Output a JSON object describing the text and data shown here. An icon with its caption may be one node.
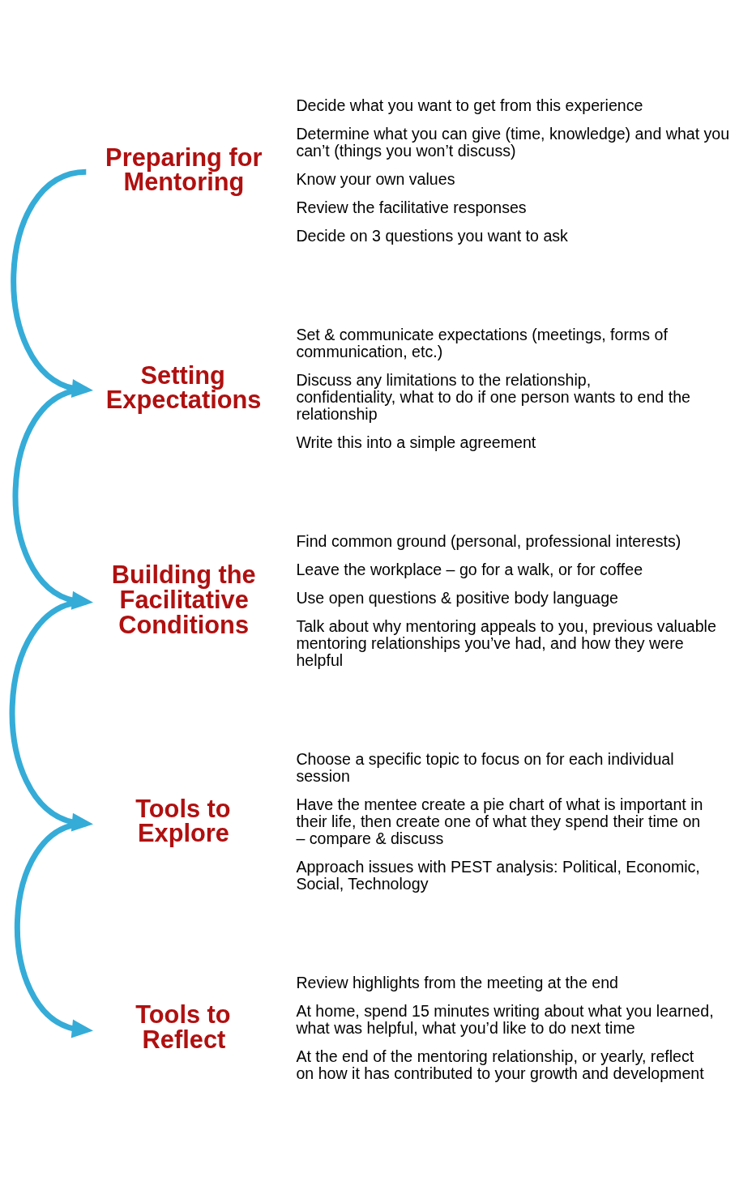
{
  "diagram": {
    "nodes": [
      {
        "text": [
          "Preparing for Mentoring"
        ],
        "beside": [
          "Decide what you want to get from this experience",
          "Determine what you can give (time, knowledge) and what you can’t (things you won’t discuss)",
          "Know your own values",
          "Review the facilitative responses",
          "Decide on 3 questions you want to ask"
        ]
      },
      {
        "text": [
          "Setting Expectations"
        ],
        "beside": [
          "Set & communicate expectations (meetings, forms of communication, etc.)",
          "Discuss any limitations to the relationship, confidentiality, what to do if one person wants to end the relationship",
          "Write this into a simple agreement"
        ]
      },
      {
        "text": [
          "Building the Facilitative Conditions"
        ],
        "beside": [
          "Find common ground (personal, professional interests)",
          "Leave the workplace – go for a walk, or for coffee",
          "Use open questions & positive body language",
          "Talk about why mentoring appeals to you, previous valuable mentoring relationships you’ve had, and how they were helpful"
        ]
      },
      {
        "text": [
          "Tools to Explore"
        ],
        "beside": [
          "Choose a specific topic to focus on for each individual session",
          "Have the mentee create a pie chart of what is important in their life, then create one of what they spend their time on – compare & discuss",
          "Approach issues with PEST analysis: Political, Economic, Social, Technology"
        ]
      },
      {
        "text": [
          "Tools to Reflect"
        ],
        "beside": [
          "Review highlights from the meeting at the end",
          "At home, spend 15 minutes writing about what you learned, what was helpful, what you’d like to do next time",
          "At the end of the mentoring relationship, or yearly, reflect on how it has contributed to your growth and development"
        ]
      }
    ],
    "edges": [
      {
        "from": 0,
        "to": 1,
        "arrow": "to"
      },
      {
        "from": 1,
        "to": 2,
        "arrow": "to"
      },
      {
        "from": 2,
        "to": 3,
        "arrow": "to"
      },
      {
        "from": 3,
        "to": 4,
        "arrow": "to"
      }
    ]
  }
}
